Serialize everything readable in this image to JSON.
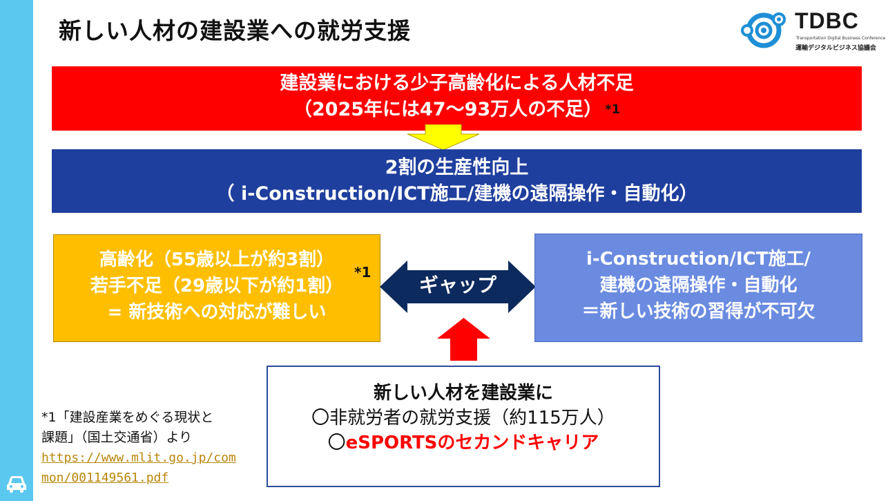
{
  "title": "新しい人材の建設業への就労支援",
  "logo": {
    "text": "TDBC",
    "english": "Transportation Digital Business Conference",
    "japanese": "運輸デジタルビジネス協議会"
  },
  "red_box": {
    "line1": "建設業における少子高齢化による人材不足",
    "line2": "（2025年には47～93万人の不足）",
    "note": "*1"
  },
  "blue_box": {
    "line1": "2割の生産性向上",
    "line2": "（ i-Construction/ICT施工/建機の遠隔操作・自動化）"
  },
  "yellow_box": {
    "line1": "高齢化（55歳以上が約3割）",
    "line2": "若手不足（29歳以下が約1割）",
    "line3": "=  新技術への対応が難しい",
    "note": "*1"
  },
  "gap_label": "ギャップ",
  "periwinkle_box": {
    "line1": "i-Construction/ICT施工/",
    "line2": "建機の遠隔操作・自動化",
    "line3": "＝新しい技術の習得が不可欠"
  },
  "white_box": {
    "line1": "新しい人材を建設業に",
    "line2": "〇非就労者の就労支援（約115万人）",
    "line3_prefix": "〇",
    "line3_red": "eSPORTSのセカンドキャリア"
  },
  "footnote": {
    "line1": "*1「建設産業をめぐる現状と",
    "line2": "課題」（国土交通省）より",
    "link1": "https://www.mlit.go.jp/com",
    "link2": "mon/001149561.pdf"
  },
  "colors": {
    "sidebar": "#5bc8f0",
    "red": "#ff0000",
    "navy": "#1f3f9e",
    "amber": "#ffbf00",
    "periwinkle": "#6a8be0",
    "arrow_yellow": "#ffff00",
    "arrow_navy": "#0d2a5e"
  },
  "icons": {
    "sidebar_bottom": "car-icon",
    "logo_mark": "tdbc-logo-mark-icon"
  }
}
